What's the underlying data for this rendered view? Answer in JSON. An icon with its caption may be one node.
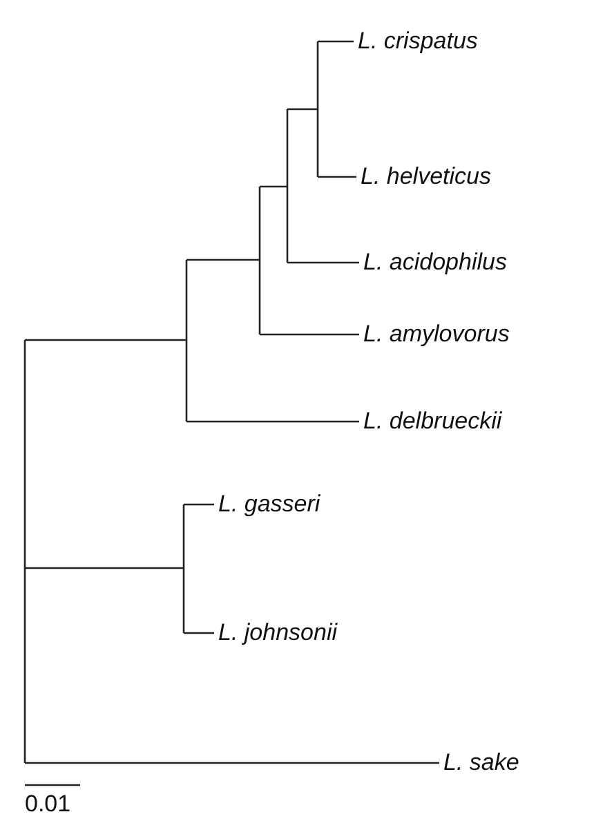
{
  "diagram": {
    "nodes": [
      {
        "text": [
          "L. crispatus"
        ]
      },
      {
        "text": [
          "L. helveticus"
        ]
      },
      {
        "text": [
          "L. acidophilus"
        ]
      },
      {
        "text": [
          "L. amylovorus"
        ]
      },
      {
        "text": [
          "L. delbrueckii"
        ]
      },
      {
        "text": [
          "L. gasseri"
        ]
      },
      {
        "text": [
          "L. johnsonii"
        ]
      },
      {
        "text": [
          "L. sake"
        ]
      }
    ],
    "edges": [
      {
        "from": null,
        "to": 0,
        "arrow": "none"
      },
      {
        "from": null,
        "to": 1,
        "arrow": "none"
      },
      {
        "from": null,
        "to": 2,
        "arrow": "none"
      },
      {
        "from": null,
        "to": 3,
        "arrow": "none"
      },
      {
        "from": null,
        "to": 4,
        "arrow": "none"
      },
      {
        "from": null,
        "to": 5,
        "arrow": "none"
      },
      {
        "from": null,
        "to": 6,
        "arrow": "none"
      },
      {
        "from": null,
        "to": 7,
        "arrow": "none"
      }
    ],
    "labels": [
      "0.01"
    ]
  }
}
